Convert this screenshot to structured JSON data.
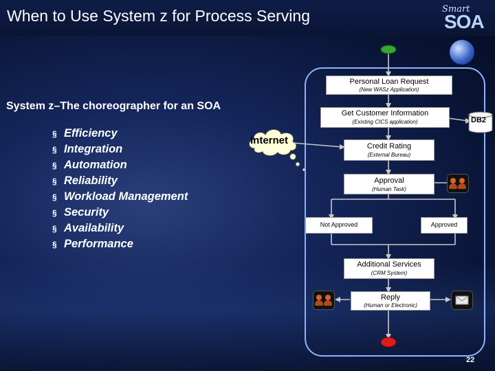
{
  "slide": {
    "title": "When to Use System z for Process Serving",
    "logo_top": "Smart",
    "logo_bottom": "SOA",
    "subtitle": "System z–The choreographer for an SOA",
    "bullet_marker": "§",
    "bullets": [
      "Efficiency",
      "Integration",
      "Automation",
      "Reliability",
      "Workload Management",
      "Security",
      "Availability",
      "Performance"
    ],
    "page_number": "22"
  },
  "diagram": {
    "cloud_label": "Internet",
    "db_label": "DB2",
    "steps": [
      {
        "label": "Personal Loan Request",
        "sub": "(New WASz Application)"
      },
      {
        "label": "Get Customer Information",
        "sub": "(Existing CICS application)"
      },
      {
        "label": "Credit Rating",
        "sub": "(External Bureau)"
      },
      {
        "label": "Approval",
        "sub": "(Human Task)"
      },
      {
        "label": "Additional Services",
        "sub": "(CRM System)"
      },
      {
        "label": "Reply",
        "sub": "(Human or Electronic)"
      }
    ],
    "branch_left": "Not Approved",
    "branch_right": "Approved",
    "colors": {
      "start": "#33a833",
      "end": "#e11a1a",
      "frame": "#8fb3ff"
    }
  }
}
